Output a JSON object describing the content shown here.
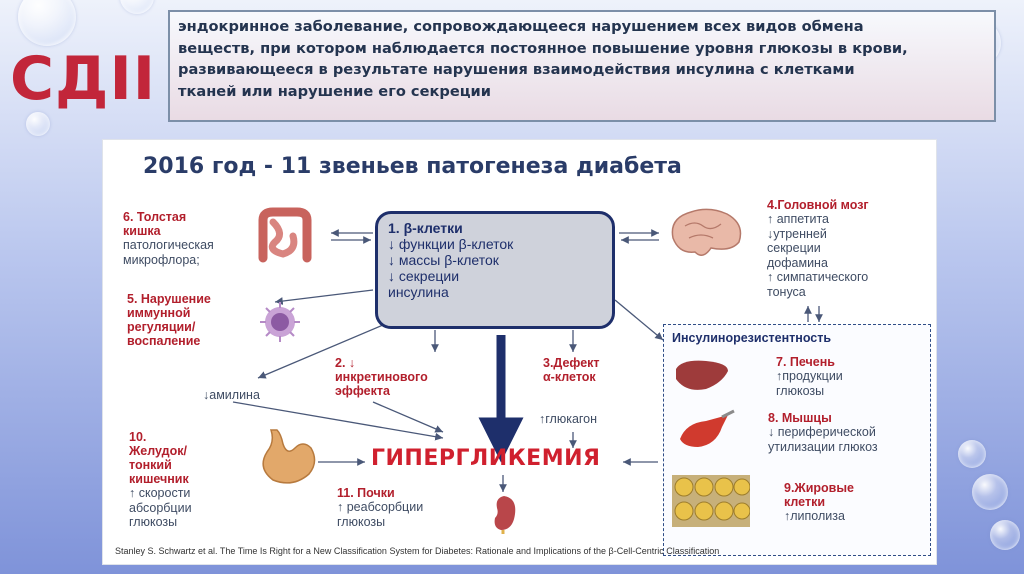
{
  "slide": {
    "title": "СДII",
    "definition_lines": [
      "эндокринное заболевание, сопровождающееся нарушением всех видов обмена",
      "веществ, при котором наблюдается постоянное повышение уровня глюкозы в крови,",
      "развивающееся в результате нарушения взаимодействия инсулина с клетками",
      "тканей или нарушение его секреции"
    ]
  },
  "diagram": {
    "title": "2016 год -  11 звеньев патогенеза диабета",
    "beta_cells": {
      "header": "1. β-клетки",
      "lines": [
        "↓ функции β-клеток",
        "↓ массы β-клеток",
        "↓ секреции",
        "инсулина"
      ]
    },
    "colon": {
      "header_lines": [
        "6. Толстая",
        "кишка"
      ],
      "lines": [
        "патологическая",
        "микрофлора;"
      ]
    },
    "immune": {
      "header_lines": [
        "5.  Нарушение",
        "иммунной",
        "регуляции/",
        "воспаление"
      ]
    },
    "amylin": "↓амилина",
    "incretin": {
      "header_lines": [
        "2. ↓",
        "инкретинового",
        "эффекта"
      ]
    },
    "alpha_cells": {
      "header_lines": [
        "3.Дефект",
        "α-клеток"
      ],
      "glucagon": "↑глюкагон"
    },
    "stomach": {
      "header_lines": [
        "10.",
        "Желудок/",
        "тонкий",
        "кишечник"
      ],
      "lines": [
        "↑ скорости",
        "абсорбции",
        "глюкозы"
      ]
    },
    "hyperglycemia": "ГИПЕРГЛИКЕМИЯ",
    "kidneys": {
      "header": "11. Почки",
      "lines": [
        "↑ реабсорбции",
        "глюкозы"
      ]
    },
    "brain": {
      "header": "4.Головной мозг",
      "lines": [
        "↑ аппетита",
        "↓утренней",
        "секреции",
        "дофамина",
        "↑ симпатического",
        "тонуса"
      ]
    },
    "insulin_resistance": {
      "title": "Инсулинорезистентность",
      "liver": {
        "header": "7. Печень",
        "lines": [
          "↑продукции",
          "глюкозы"
        ]
      },
      "muscles": {
        "header": "8. Мышцы",
        "lines": [
          "↓ периферической",
          "утилизации глюкоз"
        ]
      },
      "fat": {
        "header_lines": [
          "9.Жировые",
          "клетки"
        ],
        "lines": [
          "↑липолиза"
        ]
      }
    },
    "source": "Stanley S. Schwartz et al. The Time Is Right for a New Classification System for Diabetes:  Rationale and Implications of the  β-Cell-Centric Classification"
  },
  "colors": {
    "accent_red": "#b21f2c",
    "navy": "#1e2f6b",
    "background_blue": "#8fa1de"
  },
  "icons": [
    "colon-icon",
    "immune-cell-icon",
    "brain-icon",
    "stomach-icon",
    "kidney-icon",
    "liver-icon",
    "muscle-icon",
    "fat-cells-icon"
  ]
}
